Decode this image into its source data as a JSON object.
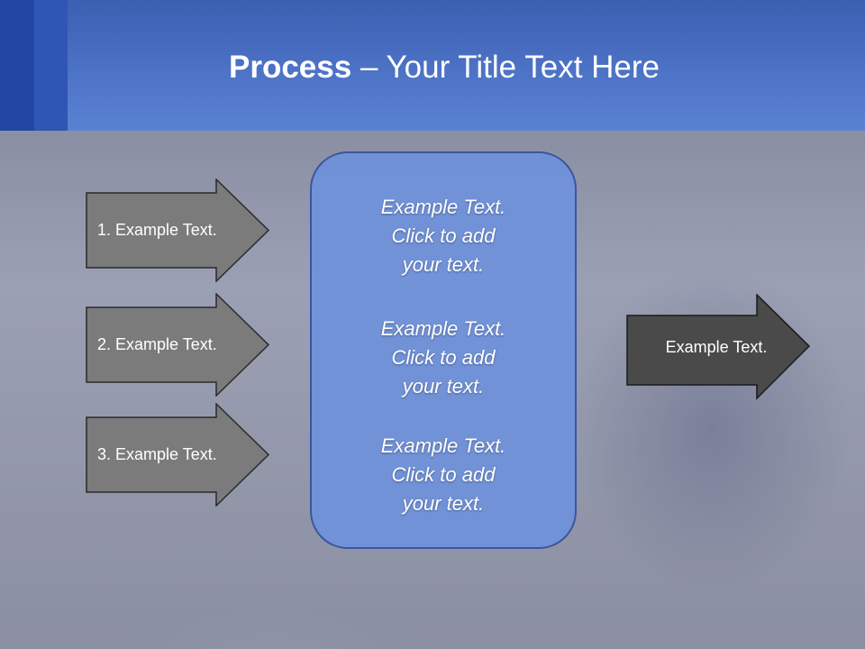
{
  "header": {
    "title_bold": "Process",
    "title_rest": " – Your Title Text Here"
  },
  "left_arrows": [
    {
      "label": "1. Example Text."
    },
    {
      "label": "2. Example Text."
    },
    {
      "label": "3. Example Text."
    }
  ],
  "center": {
    "blocks": [
      {
        "lines": [
          "Example Text.",
          "Click  to add",
          "your text."
        ]
      },
      {
        "lines": [
          "Example Text.",
          "Click  to add",
          "your text."
        ]
      },
      {
        "lines": [
          "Example Text.",
          "Click  to add",
          "your text."
        ]
      }
    ]
  },
  "right_arrow": {
    "label": "Example Text."
  },
  "colors": {
    "header": "#4d73c6",
    "arrow_left_fill": "#7b7b7b",
    "arrow_right_fill": "#4a4a4a",
    "center_fill": "#6e91dc"
  }
}
